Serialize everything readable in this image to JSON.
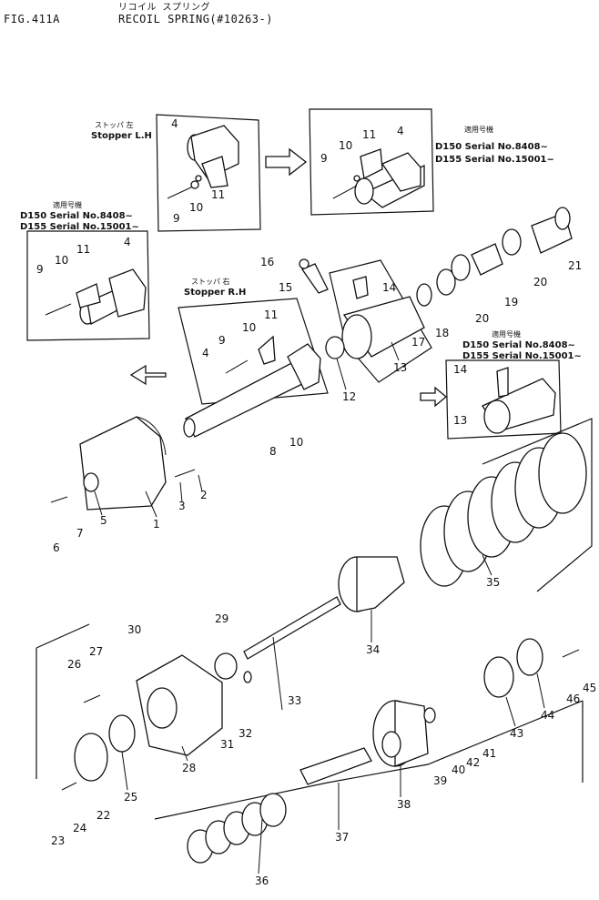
{
  "header": {
    "fig_id": "FIG.411A",
    "title_kana": "リコイル スプリング",
    "title": "RECOIL SPRING(#10263-)"
  },
  "callouts": {
    "stopper_lh_jp": "ストッパ 左",
    "stopper_lh": "Stopper L.H",
    "stopper_rh_jp": "ストッパ 右",
    "stopper_rh": "Stopper R.H",
    "serial_jp": "適用号機",
    "serial_d150": "D150 Serial No.8408~",
    "serial_d155": "D155 Serial No.15001~"
  },
  "part_numbers": [
    "1",
    "2",
    "3",
    "4",
    "5",
    "6",
    "7",
    "8",
    "9",
    "10",
    "11",
    "12",
    "13",
    "14",
    "15",
    "16",
    "17",
    "18",
    "19",
    "20",
    "21",
    "22",
    "23",
    "24",
    "25",
    "26",
    "27",
    "28",
    "29",
    "30",
    "31",
    "32",
    "33",
    "34",
    "35",
    "36",
    "37",
    "38",
    "39",
    "40",
    "41",
    "42",
    "43",
    "44",
    "45",
    "46"
  ],
  "colors": {
    "ink": "#111111",
    "paper": "#ffffff"
  }
}
